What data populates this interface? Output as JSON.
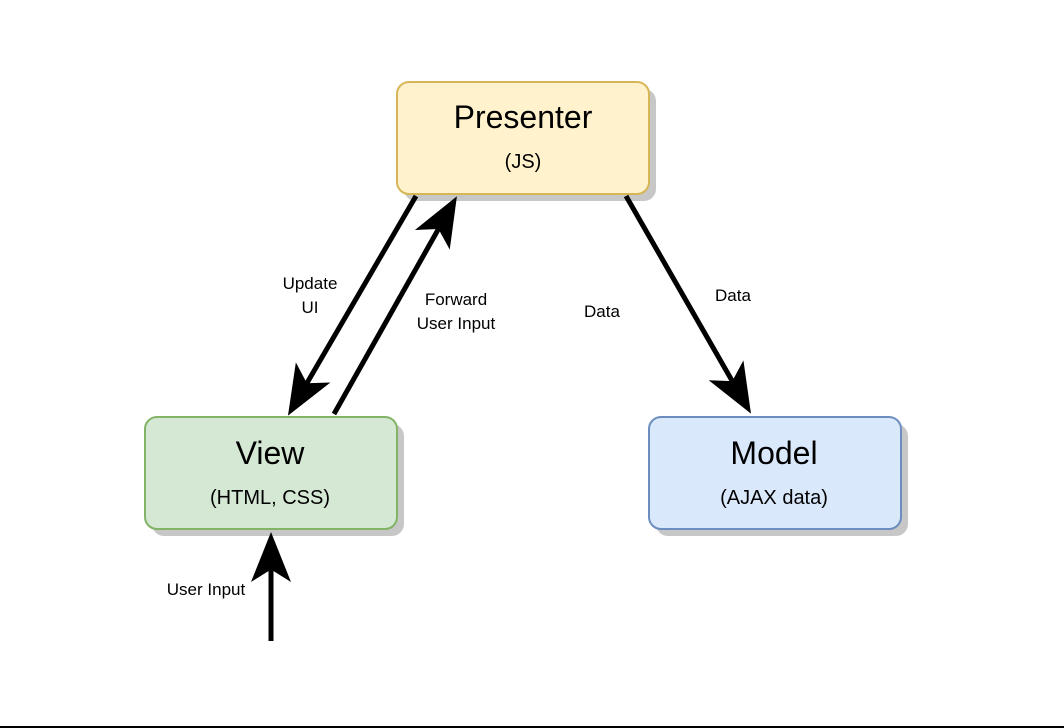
{
  "nodes": {
    "presenter": {
      "title": "Presenter",
      "subtitle": "(JS)",
      "fill": "#fff2cc",
      "stroke": "#d6b656"
    },
    "view": {
      "title": "View",
      "subtitle": "(HTML, CSS)",
      "fill": "#d5e8d4",
      "stroke": "#82b366"
    },
    "model": {
      "title": "Model",
      "subtitle": "(AJAX data)",
      "fill": "#dae8fc",
      "stroke": "#6c8ebf"
    }
  },
  "edges": {
    "update_ui": {
      "line1": "Update",
      "line2": "UI"
    },
    "forward_input": {
      "line1": "Forward",
      "line2": "User Input"
    },
    "data_left": "Data",
    "data_right": "Data",
    "user_input": "User Input"
  },
  "colors": {
    "shadow": "#c7c7c7",
    "arrow": "#000000"
  }
}
